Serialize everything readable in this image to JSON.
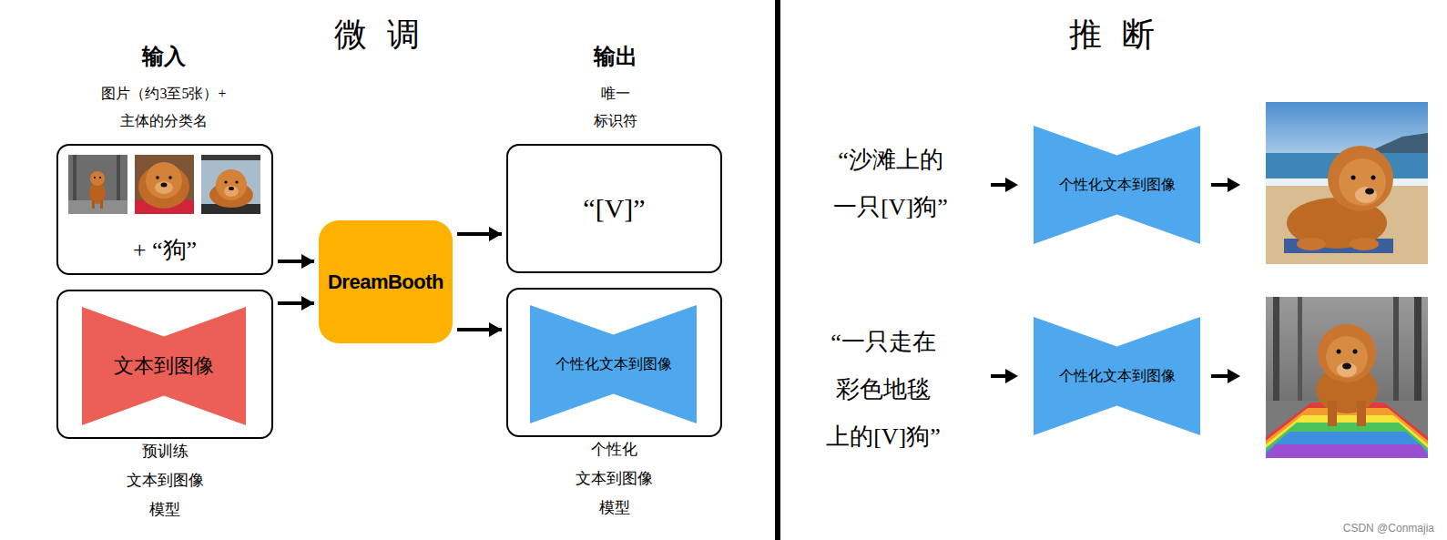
{
  "diagram": {
    "nodes": [
      {
        "text": [
          "+ “狗”"
        ]
      },
      {
        "text": [
          "预训练 文本到图像 模型"
        ]
      },
      {
        "text": [
          "文本到图像"
        ],
        "in": 1
      },
      {
        "text": [
          "DreamBooth"
        ]
      },
      {
        "text": [
          "“[V]”"
        ]
      },
      {
        "text": [
          "个性化 文本到图像 模型"
        ]
      },
      {
        "text": [
          "个性化文本到图像"
        ],
        "in": 5
      },
      {
        "text": [
          "个性化文本到图像"
        ]
      },
      {
        "text": [
          "个性化文本到图像"
        ]
      }
    ],
    "edges": [
      {
        "from": 0,
        "to": 3,
        "arrow": "to"
      },
      {
        "from": 1,
        "to": 3,
        "arrow": "to"
      },
      {
        "from": 3,
        "to": 4,
        "arrow": "to"
      },
      {
        "from": 3,
        "to": 5,
        "arrow": "to"
      }
    ],
    "labels": [
      "微调",
      "推断",
      "输入",
      "图片（约3至5张）+ 主体的分类名",
      "输出",
      "唯一 标识符",
      "“沙滩上的 一只[V]狗”",
      "“一只走在 彩色地毯 上的[V]狗”",
      "CSDN @Conmajia"
    ]
  }
}
